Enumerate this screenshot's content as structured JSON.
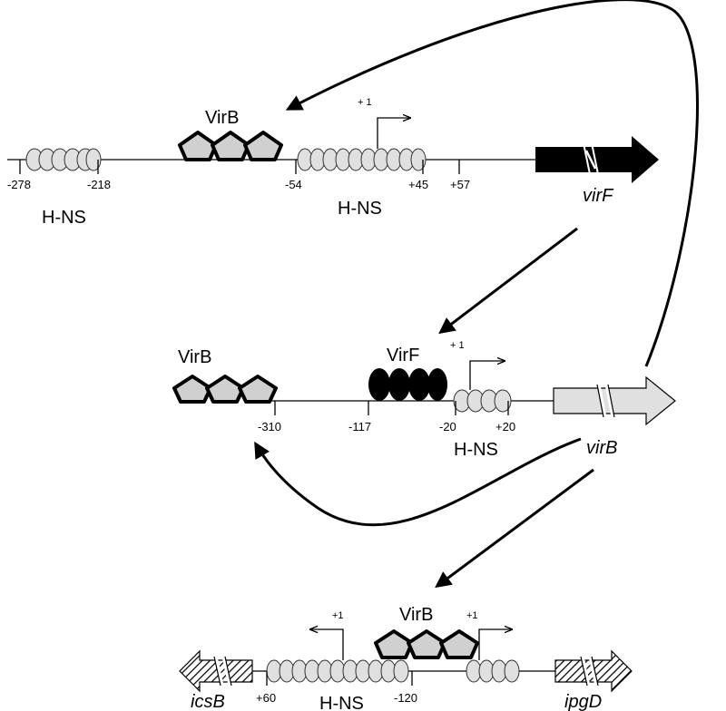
{
  "top": {
    "virb_label": "VirB",
    "hns_left_label": "H-NS",
    "hns_right_label": "H-NS",
    "tss_label": "+ 1",
    "ticks": [
      "-278",
      "-218",
      "-54",
      "+45",
      "+57"
    ],
    "gene": "virF"
  },
  "middle": {
    "virb_label": "VirB",
    "virf_label": "VirF",
    "hns_label": "H-NS",
    "tss_label": "+ 1",
    "ticks": [
      "-310",
      "-117",
      "-20",
      "+20"
    ],
    "gene": "virB"
  },
  "bottom": {
    "virb_label": "VirB",
    "hns_label": "H-NS",
    "tss_left_label": "+1",
    "tss_right_label": "+1",
    "ticks": [
      "+60",
      "-120"
    ],
    "gene_left": "icsB",
    "gene_right": "ipgD"
  },
  "colors": {
    "hns_fill": "#e0e0e0",
    "virb_fill": "#d0d0d0",
    "virf_gene": "#000000",
    "virb_gene": "#e0e0e0",
    "virf_protein": "#000000"
  }
}
